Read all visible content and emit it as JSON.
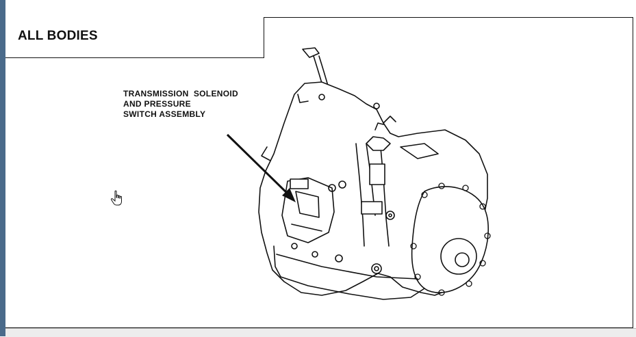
{
  "title": "ALL BODIES",
  "callout": {
    "line1": "TRANSMISSION  SOLENOID",
    "line2": "AND PRESSURE",
    "line3": "SWITCH ASSEMBLY"
  },
  "icons": {
    "cursor": "hand-pointer-icon"
  },
  "colors": {
    "line": "#111111",
    "frame_side": "#4a6a8a"
  }
}
